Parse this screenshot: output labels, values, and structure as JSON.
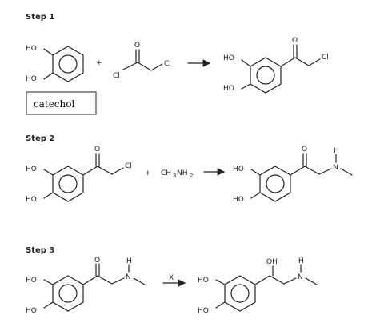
{
  "steps": [
    {
      "label": "Step 1",
      "reagent_a": {
        "substituents": [
          "HO",
          "HO"
        ],
        "name_label": "catechol"
      },
      "plus": "+",
      "reagent_b": {
        "atoms": [
          "O",
          "Cl",
          "Cl"
        ]
      },
      "product": {
        "atoms": [
          "HO",
          "HO",
          "O",
          "Cl"
        ]
      }
    },
    {
      "label": "Step 2",
      "reagent_a": {
        "atoms": [
          "HO",
          "HO",
          "O",
          "Cl"
        ]
      },
      "plus": "+",
      "reagent_b": {
        "formula_main": "CH",
        "formula_sub_a": "3",
        "formula_mid": "NH",
        "formula_sub_b": "2"
      },
      "product": {
        "atoms": [
          "HO",
          "HO",
          "O",
          "H",
          "N"
        ]
      }
    },
    {
      "label": "Step 3",
      "reagent_a": {
        "atoms": [
          "HO",
          "HO",
          "O",
          "H",
          "N"
        ]
      },
      "arrow_label": "X",
      "product": {
        "atoms": [
          "HO",
          "HO",
          "OH",
          "H",
          "N"
        ]
      }
    }
  ]
}
